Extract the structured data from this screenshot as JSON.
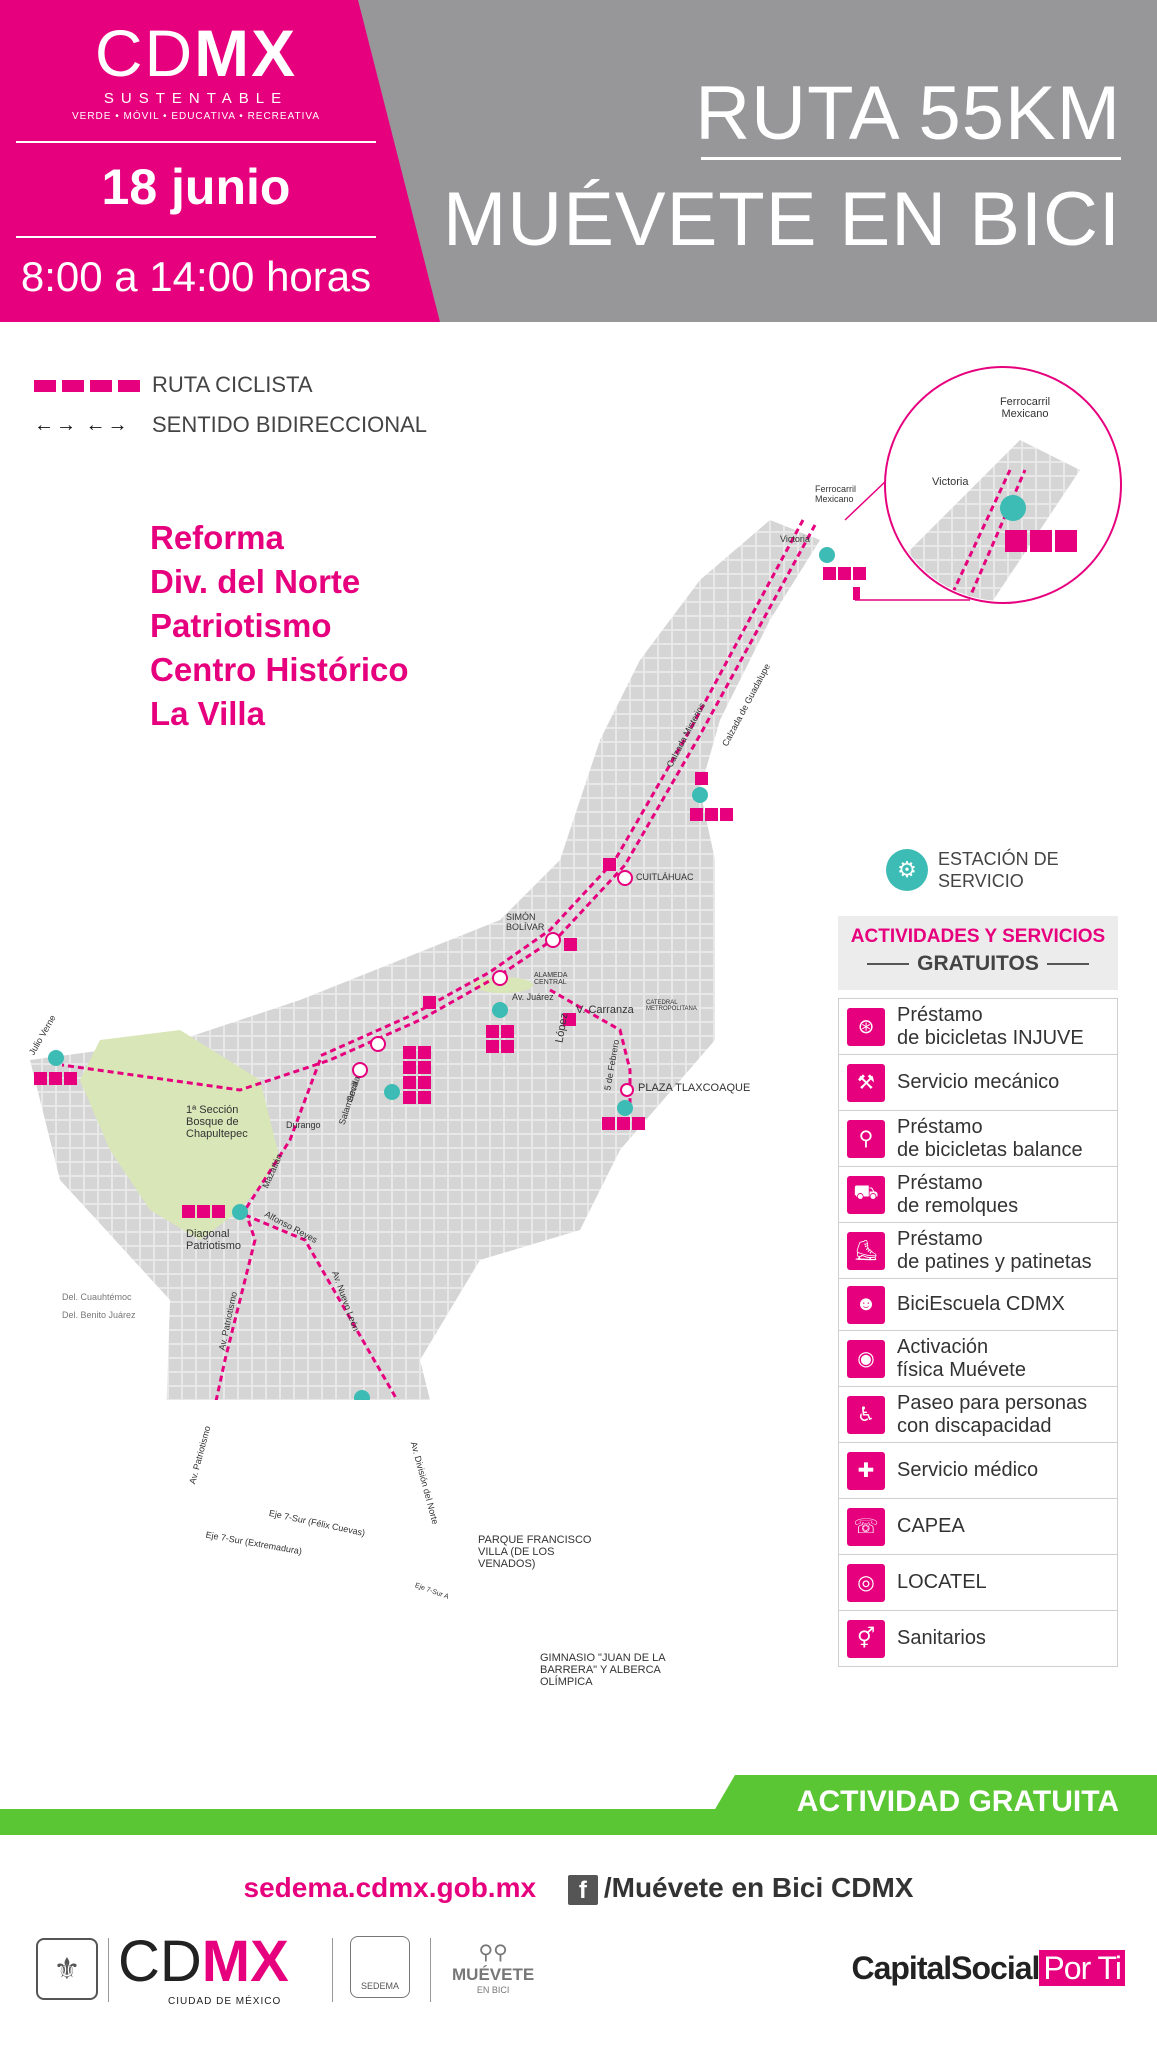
{
  "header": {
    "brand_light": "CD",
    "brand_bold": "MX",
    "brand_sub": "SUSTENTABLE",
    "brand_tag": "VERDE • MÓVIL • EDUCATIVA • RECREATIVA",
    "date": "18 junio",
    "hours": "8:00 a 14:00 horas",
    "route": "RUTA 55KM",
    "event": "MUÉVETE EN BICI"
  },
  "colors": {
    "pink": "#e6007e",
    "gray": "#97979a",
    "green": "#5ac633",
    "teal": "#3cbcb4",
    "park": "#d9e6b8"
  },
  "legend": {
    "route": "RUTA CICLISTA",
    "direction": "SENTIDO BIDIRECCIONAL",
    "direction_symbol": "←→ ←→"
  },
  "streets": [
    "Reforma",
    "Div. del Norte",
    "Patriotismo",
    "Centro Histórico",
    "La Villa"
  ],
  "map_labels": {
    "ferrocarril_inset": "Ferrocarril Mexicano",
    "victoria_inset": "Victoria",
    "ferrocarril": "Ferrocarril Mexicano",
    "victoria": "Victoria",
    "calzada_misterios": "Calzada Misterios",
    "calzada_guadalupe": "Calzada de Guadalupe",
    "cuitlahuac": "CUITLÁHUAC",
    "simon_bolivar": "SIMÓN BOLÍVAR",
    "alameda": "ALAMEDA CENTRAL",
    "av_juarez": "Av. Juárez",
    "catedral": "CATEDRAL METROPOLITANA",
    "v_carranza": "V. Carranza",
    "lopez": "López",
    "cinco_febrero": "5 de Febrero",
    "plaza": "PLAZA TLAXCOAQUE",
    "julio_verne": "Julio Verne",
    "bosque": "1ª Sección Bosque de Chapultepec",
    "salamanca": "Salamanca",
    "durango": "Durango",
    "sevilla": "Sevilla",
    "mazatlan": "Mazatlán",
    "alfonso_reyes": "Alfonso Reyes",
    "diagonal": "Diagonal Patriotismo",
    "del_cuauhtemoc": "Del. Cuauhtémoc",
    "del_benito": "Del. Benito Juárez",
    "av_patriotismo": "Av. Patriotismo",
    "av_nuevo_leon": "Av. Nuevo León",
    "av_division": "Av. División del Norte",
    "av_patriotismo2": "Av. Patriotismo",
    "eje7_felix": "Eje 7-Sur (Félix Cuevas)",
    "eje7_extremadura": "Eje 7-Sur (Extremadura)",
    "eje7_a": "Eje 7-Sur A",
    "parque": "PARQUE FRANCISCO VILLA (DE LOS VENADOS)",
    "gimnasio": "GIMNASIO \"JUAN DE LA BARRERA\" Y ALBERCA OLÍMPICA"
  },
  "station_legend": "ESTACIÓN DE SERVICIO",
  "services_panel": {
    "heading": "ACTIVIDADES Y SERVICIOS",
    "subheading": "GRATUITOS",
    "items": [
      {
        "label": "Préstamo\nde bicicletas INJUVE",
        "icon": "bike-wheel-icon",
        "glyph": "⊛"
      },
      {
        "label": "Servicio mecánico",
        "icon": "wrench-icon",
        "glyph": "⚒"
      },
      {
        "label": "Préstamo\nde bicicletas balance",
        "icon": "balance-bike-icon",
        "glyph": "⚲"
      },
      {
        "label": "Préstamo\nde remolques",
        "icon": "trailer-icon",
        "glyph": "⛟"
      },
      {
        "label": "Préstamo\nde patines y patinetas",
        "icon": "skates-icon",
        "glyph": "⛸"
      },
      {
        "label": "BiciEscuela CDMX",
        "icon": "biciescuela-icon",
        "glyph": "☻"
      },
      {
        "label": "Activación\nfísica Muévete",
        "icon": "activation-icon",
        "glyph": "◉"
      },
      {
        "label": "Paseo para personas\ncon discapacidad",
        "icon": "accessibility-icon",
        "glyph": "♿"
      },
      {
        "label": "Servicio médico",
        "icon": "medical-cross-icon",
        "glyph": "✚"
      },
      {
        "label": "CAPEA",
        "icon": "capea-icon",
        "glyph": "☏"
      },
      {
        "label": "LOCATEL",
        "icon": "locatel-icon",
        "glyph": "◎"
      },
      {
        "label": "Sanitarios",
        "icon": "restroom-icon",
        "glyph": "⚥"
      }
    ]
  },
  "footer": {
    "free_activity": "ACTIVIDAD GRATUITA",
    "website": "sedema.cdmx.gob.mx",
    "facebook": "/Muévete en Bici CDMX",
    "logo_cdmx_light": "CD",
    "logo_cdmx_bold": "MX",
    "logo_cdmx_sub": "CIUDAD DE MÉXICO",
    "sedema": "SEDEMA",
    "muevete": "MUÉVETE",
    "muevete_sub": "EN BICI",
    "capital": "CapitalSocial",
    "por_ti": "Por Ti"
  }
}
